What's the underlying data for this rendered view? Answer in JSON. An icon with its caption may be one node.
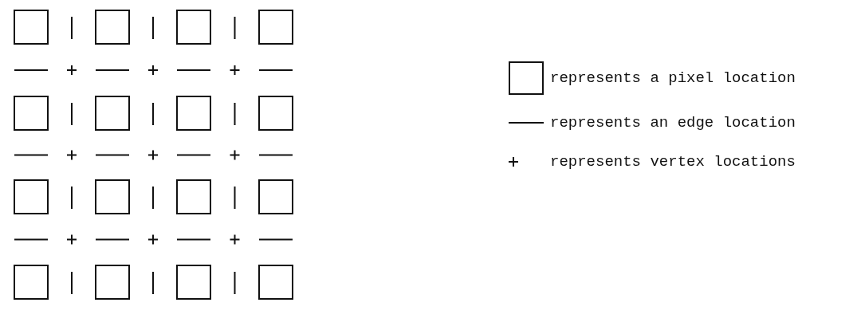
{
  "diagram": {
    "legend": [
      {
        "text": "represents a pixel location"
      },
      {
        "text": "represents an edge location"
      },
      {
        "text": "represents vertex locations"
      }
    ]
  }
}
